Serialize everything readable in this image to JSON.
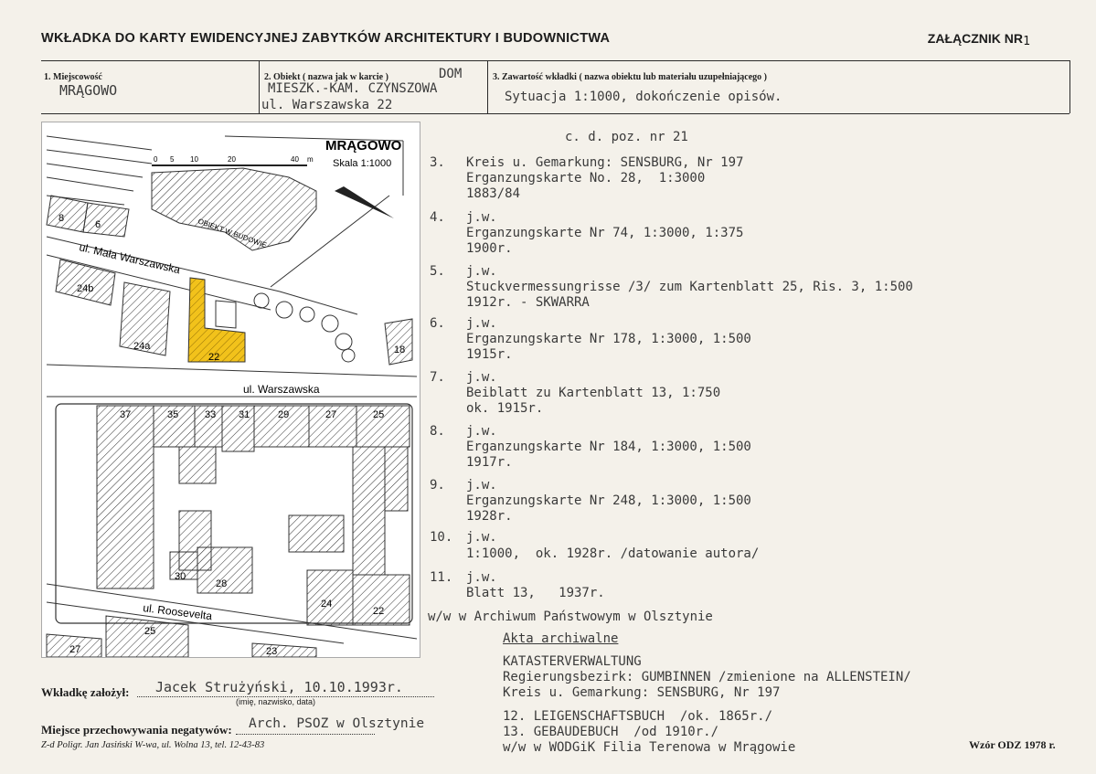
{
  "header": {
    "title": "WKŁADKA DO KARTY EWIDENCYJNEJ ZABYTKÓW ARCHITEKTURY I BUDOWNICTWA",
    "attachment_label": "ZAŁĄCZNIK NR",
    "attachment_number": "1"
  },
  "fields": {
    "f1_label": "1. Miejscowość",
    "f1_value": "MRĄGOWO",
    "f2_label": "2. Obiekt ( nazwa jak w karcie )",
    "f2_value_1": "DOM",
    "f2_value_2": "MIESZK.-KAM. CZYNSZOWA",
    "f2_value_3": "ul. Warszawska 22",
    "f3_label": "3. Zawartość wkładki ( nazwa obiektu lub materiału uzupełniającego )",
    "f3_value": "Sytuacja 1:1000, dokończenie opisów."
  },
  "map": {
    "town": "MRĄGOWO",
    "scale": "Skala 1:1000",
    "scale_ticks": [
      "0",
      "5",
      "10",
      "20",
      "40"
    ],
    "scale_unit": "m",
    "street_1": "ul. Mała Warszawska",
    "street_2": "ul. Warszawska",
    "street_3": "ul. Roosevelta",
    "building_label": "OBIEKT W BUDOWIE",
    "highlight_color": "#f2c21b",
    "lots_north": [
      "8",
      "6",
      "24b",
      "24a",
      "22",
      "18"
    ],
    "lots_south_top": [
      "37",
      "35",
      "33",
      "31",
      "29",
      "27",
      "25"
    ],
    "lots_south_bottom": [
      "30",
      "28",
      "24",
      "22"
    ],
    "lots_bottom": [
      "25",
      "27",
      "23"
    ]
  },
  "entries": {
    "heading": "c. d. poz. nr 21",
    "items": [
      {
        "num": "3.",
        "lines": [
          "Kreis u. Gemarkung: SENSBURG, Nr 197",
          "Erganzungskarte No. 28,  1:3000",
          "1883/84"
        ]
      },
      {
        "num": "4.",
        "lines": [
          "j.w.",
          "Erganzungskarte Nr 74, 1:3000, 1:375",
          "1900r."
        ]
      },
      {
        "num": "5.",
        "lines": [
          "j.w.",
          "Stuckvermessungrisse /3/ zum Kartenblatt 25, Ris. 3, 1:500",
          "1912r. - SKWARRA"
        ]
      },
      {
        "num": "6.",
        "lines": [
          "j.w.",
          "Erganzungskarte Nr 178, 1:3000, 1:500",
          "1915r."
        ]
      },
      {
        "num": "7.",
        "lines": [
          "j.w.",
          "Beiblatt zu Kartenblatt 13, 1:750",
          "ok. 1915r."
        ]
      },
      {
        "num": "8.",
        "lines": [
          "j.w.",
          "Erganzungskarte Nr 184, 1:3000, 1:500",
          "1917r."
        ]
      },
      {
        "num": "9.",
        "lines": [
          "j.w.",
          "Erganzungskarte Nr 248, 1:3000, 1:500",
          "1928r."
        ]
      },
      {
        "num": "10.",
        "lines": [
          "j.w.",
          "1:1000,  ok. 1928r. /datowanie autora/"
        ]
      },
      {
        "num": "11.",
        "lines": [
          "j.w.",
          "Blatt 13,   1937r."
        ]
      }
    ],
    "archive": "w/w w Archiwum Państwowym w Olsztynie",
    "akta_title": "Akta archiwalne",
    "akta_lines": [
      "KATASTERVERWALTUNG",
      "Regierungsbezirk: GUMBINNEN /zmienione na ALLENSTEIN/",
      "Kreis u. Gemarkung: SENSBURG, Nr 197"
    ],
    "item12": "12. LEIGENSCHAFTSBUCH  /ok. 1865r./",
    "item13": "13. GEBAUDEBUCH  /od 1910r./",
    "last_line": "w/w w WODGiK Filia Terenowa w Mrągowie"
  },
  "footer": {
    "founder_label": "Wkładkę założył:",
    "founder_value": "Jacek Strużyński, 10.10.1993r.",
    "founder_hint": "(imię, nazwisko, data)",
    "negatives_label": "Miejsce przechowywania negatywów:",
    "negatives_value": "Arch. PSOZ w Olsztynie",
    "printer": "Z-d Poligr. Jan Jasiński W-wa, ul. Wolna 13, tel. 12-43-83",
    "form": "Wzór ODZ 1978 r."
  }
}
